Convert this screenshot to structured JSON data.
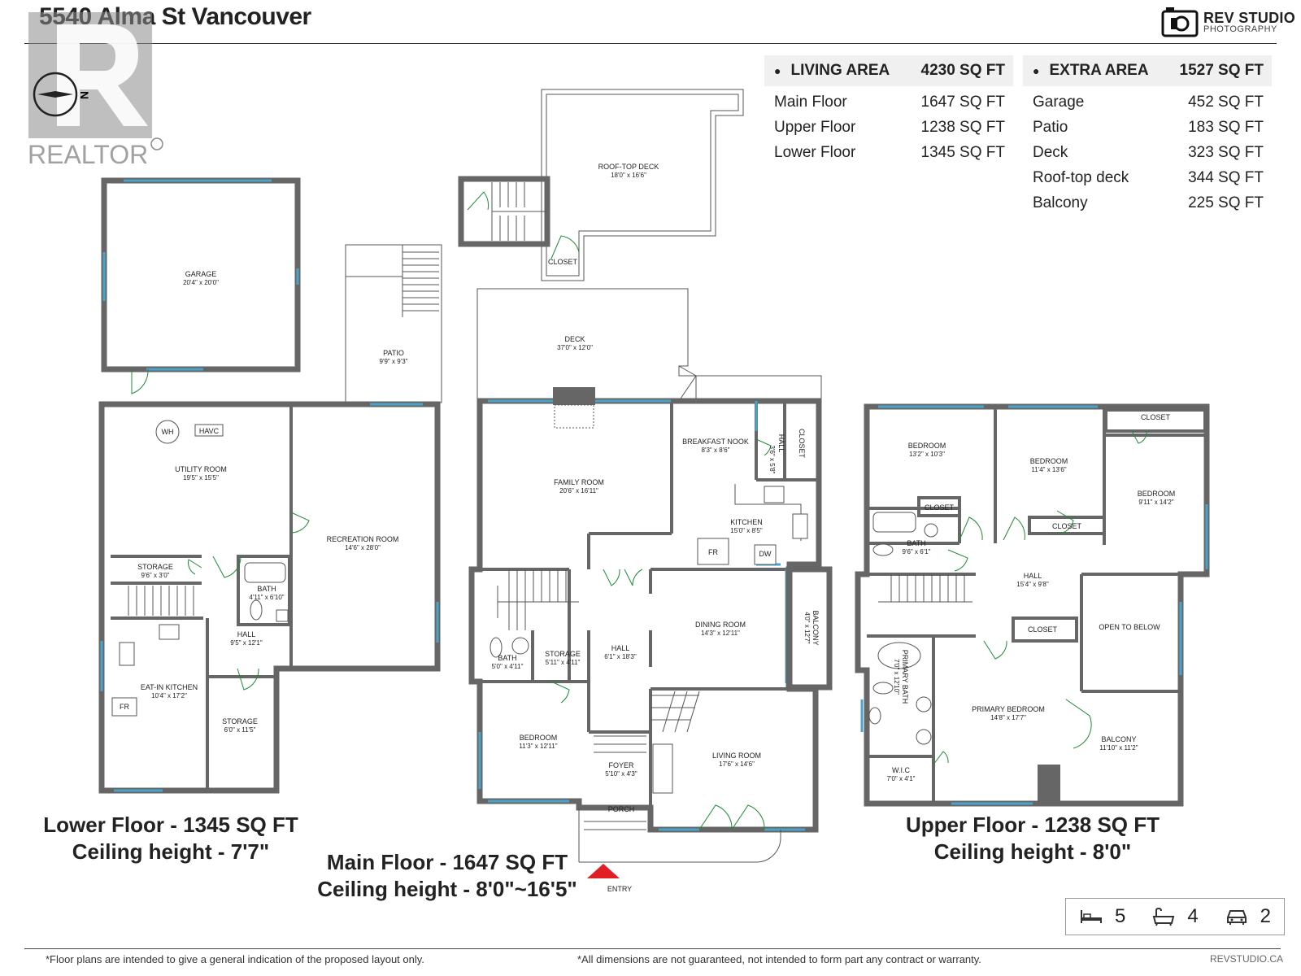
{
  "header": {
    "title": "5540 Alma St Vancouver",
    "brand_name": "REV STUDIO",
    "brand_sub": "PHOTOGRAPHY"
  },
  "watermark": {
    "text": "REALTOR"
  },
  "compass": {
    "label": "N"
  },
  "living_area": {
    "label": "LIVING AREA",
    "total": "4230 SQ FT",
    "rows": [
      {
        "name": "Main Floor",
        "value": "1647 SQ FT"
      },
      {
        "name": "Upper Floor",
        "value": "1238 SQ FT"
      },
      {
        "name": "Lower Floor",
        "value": "1345 SQ FT"
      }
    ]
  },
  "extra_area": {
    "label": "EXTRA AREA",
    "total": "1527 SQ FT",
    "rows": [
      {
        "name": "Garage",
        "value": "452 SQ FT"
      },
      {
        "name": "Patio",
        "value": "183 SQ FT"
      },
      {
        "name": "Deck",
        "value": "323 SQ FT"
      },
      {
        "name": "Roof-top deck",
        "value": "344 SQ FT"
      },
      {
        "name": "Balcony",
        "value": "225 SQ FT"
      }
    ]
  },
  "rooms": {
    "garage": {
      "name": "GARAGE",
      "dim": "20'4\" x 20'0\""
    },
    "patio": {
      "name": "PATIO",
      "dim": "9'9\" x 9'3\""
    },
    "utility": {
      "name": "UTILITY ROOM",
      "dim": "19'5\" x 15'5\""
    },
    "wh": {
      "name": "WH"
    },
    "havc": {
      "name": "HAVC"
    },
    "recreation": {
      "name": "RECREATION ROOM",
      "dim": "14'6\" x 28'0\""
    },
    "storage_a": {
      "name": "STORAGE",
      "dim": "9'6\" x 3'0\""
    },
    "bath_lower": {
      "name": "BATH",
      "dim": "4'11\" x 6'10\""
    },
    "hall_lower": {
      "name": "HALL",
      "dim": "9'5\" x 12'1\""
    },
    "eat_kitchen": {
      "name": "EAT-IN KITCHEN",
      "dim": "10'4\" x 17'2\""
    },
    "fr_lower": {
      "name": "FR"
    },
    "storage_b": {
      "name": "STORAGE",
      "dim": "6'0\" x 11'5\""
    },
    "rooftop": {
      "name": "ROOF-TOP DECK",
      "dim": "18'0\" x 16'6\""
    },
    "closet_roof": {
      "name": "CLOSET"
    },
    "deck": {
      "name": "DECK",
      "dim": "37'0\" x 12'0\""
    },
    "family": {
      "name": "FAMILY ROOM",
      "dim": "20'6\" x 16'11\""
    },
    "nook": {
      "name": "BREAKFAST NOOK",
      "dim": "8'3\" x 8'6\""
    },
    "hall_small": {
      "name": "HALL",
      "dim": "3'6\" x 5'8\""
    },
    "closet_main": {
      "name": "CLOSET"
    },
    "kitchen": {
      "name": "KITCHEN",
      "dim": "15'0\" x 8'5\""
    },
    "fr_main": {
      "name": "FR"
    },
    "dw": {
      "name": "DW"
    },
    "dining": {
      "name": "DINING ROOM",
      "dim": "14'3\" x 12'11\""
    },
    "balcony_main": {
      "name": "BALCONY",
      "dim": "4'0\" x 12'7\""
    },
    "bath_main": {
      "name": "BATH",
      "dim": "5'0\" x 4'11\""
    },
    "storage_main": {
      "name": "STORAGE",
      "dim": "5'11\" x 4'11\""
    },
    "hall_main": {
      "name": "HALL",
      "dim": "6'1\" x 18'3\""
    },
    "bedroom_main": {
      "name": "BEDROOM",
      "dim": "11'3\" x 12'11\""
    },
    "foyer": {
      "name": "FOYER",
      "dim": "5'10\" x 4'3\""
    },
    "porch": {
      "name": "PORCH"
    },
    "living": {
      "name": "LIVING ROOM",
      "dim": "17'6\" x 14'6\""
    },
    "entry": {
      "name": "ENTRY"
    },
    "bed_u1": {
      "name": "BEDROOM",
      "dim": "13'2\" x 10'3\""
    },
    "bed_u2": {
      "name": "BEDROOM",
      "dim": "11'4\" x 13'6\""
    },
    "bed_u3": {
      "name": "BEDROOM",
      "dim": "9'11\" x 14'2\""
    },
    "closet_u_top": {
      "name": "CLOSET"
    },
    "closet_u1": {
      "name": "CLOSET"
    },
    "closet_u2": {
      "name": "CLOSET"
    },
    "bath_upper": {
      "name": "BATH",
      "dim": "9'6\" x 6'1\""
    },
    "hall_upper": {
      "name": "HALL",
      "dim": "15'4\" x 9'8\""
    },
    "closet_u3": {
      "name": "CLOSET"
    },
    "open_below": {
      "name": "OPEN TO BELOW"
    },
    "primary_bath": {
      "name": "PRIMARY BATH",
      "dim": "7'0\" x 12'10\""
    },
    "primary_bed": {
      "name": "PRIMARY BEDROOM",
      "dim": "14'8\" x 17'7\""
    },
    "wic": {
      "name": "W.I.C",
      "dim": "7'0\" x 4'1\""
    },
    "balcony_upper": {
      "name": "BALCONY",
      "dim": "11'10\" x 11'2\""
    }
  },
  "floors": {
    "lower": {
      "line1": "Lower Floor - 1345 SQ FT",
      "line2": "Ceiling height - 7'7\""
    },
    "main": {
      "line1": "Main Floor - 1647 SQ FT",
      "line2": "Ceiling height - 8'0\"~16'5\""
    },
    "upper": {
      "line1": "Upper Floor - 1238 SQ FT",
      "line2": "Ceiling height - 8'0\""
    }
  },
  "stats": {
    "bedrooms": "5",
    "bathrooms": "4",
    "parking": "2"
  },
  "footer": {
    "left": "*Floor plans are intended to give a general indication of the proposed layout only.",
    "center": "*All dimensions are not guaranteed, not intended to form part any contract or warranty.",
    "right": "REVSTUDIO.CA"
  }
}
